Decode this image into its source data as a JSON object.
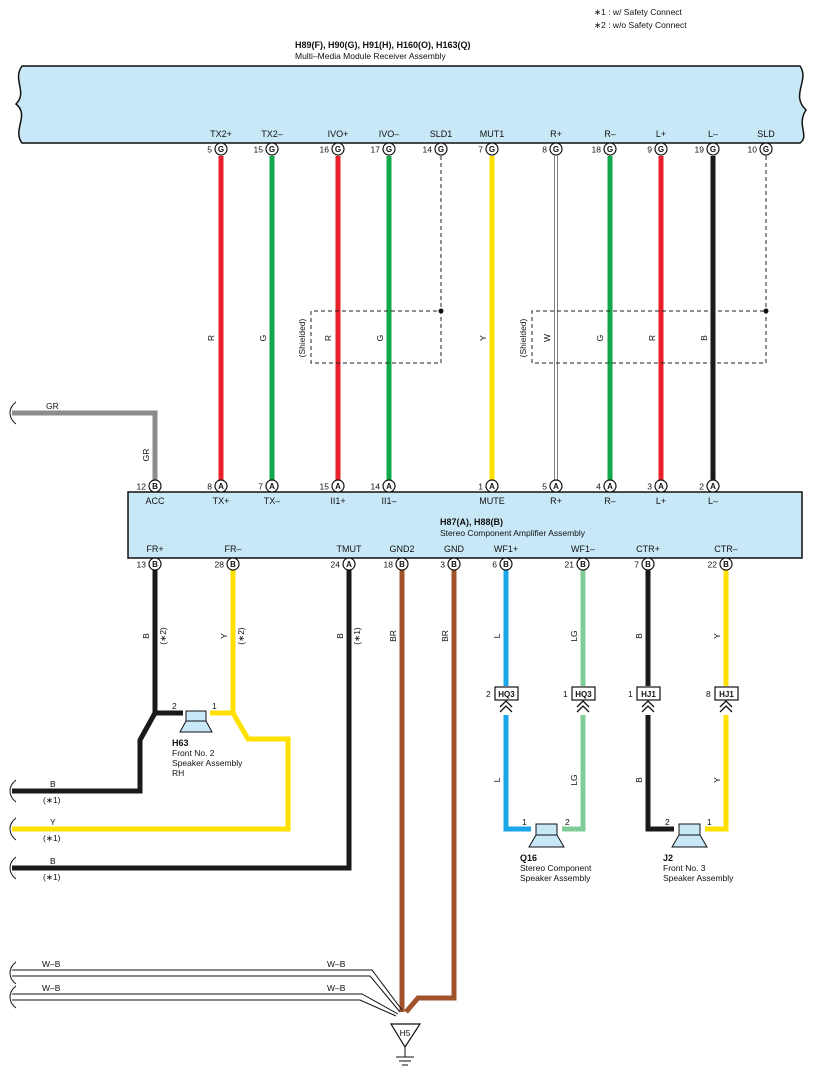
{
  "notes": [
    "∗1 : w/ Safety Connect",
    "∗2 : w/o Safety Connect"
  ],
  "receiver": {
    "id": "H89(F), H90(G), H91(H), H160(O), H163(Q)",
    "name": "Multi–Media Module Receiver Assembly",
    "pins": [
      {
        "label": "TX2+",
        "num": "5",
        "conn": "G"
      },
      {
        "label": "TX2–",
        "num": "15",
        "conn": "G"
      },
      {
        "label": "IVO+",
        "num": "16",
        "conn": "G"
      },
      {
        "label": "IVO–",
        "num": "17",
        "conn": "G"
      },
      {
        "label": "SLD1",
        "num": "14",
        "conn": "G"
      },
      {
        "label": "MUT1",
        "num": "7",
        "conn": "G"
      },
      {
        "label": "R+",
        "num": "8",
        "conn": "G"
      },
      {
        "label": "R–",
        "num": "18",
        "conn": "G"
      },
      {
        "label": "L+",
        "num": "9",
        "conn": "G"
      },
      {
        "label": "L–",
        "num": "19",
        "conn": "G"
      },
      {
        "label": "SLD",
        "num": "10",
        "conn": "G"
      }
    ]
  },
  "amplifier": {
    "id": "H87(A), H88(B)",
    "name": "Stereo Component Amplifier Assembly",
    "top_pins": [
      {
        "label": "ACC",
        "num": "12",
        "conn": "B"
      },
      {
        "label": "TX+",
        "num": "8",
        "conn": "A"
      },
      {
        "label": "TX–",
        "num": "7",
        "conn": "A"
      },
      {
        "label": "II1+",
        "num": "15",
        "conn": "A"
      },
      {
        "label": "II1–",
        "num": "14",
        "conn": "A"
      },
      {
        "label": "MUTE",
        "num": "1",
        "conn": "A"
      },
      {
        "label": "R+",
        "num": "5",
        "conn": "A"
      },
      {
        "label": "R–",
        "num": "4",
        "conn": "A"
      },
      {
        "label": "L+",
        "num": "3",
        "conn": "A"
      },
      {
        "label": "L–",
        "num": "2",
        "conn": "A"
      }
    ],
    "bottom_pins": [
      {
        "label": "FR+",
        "num": "13",
        "conn": "B"
      },
      {
        "label": "FR–",
        "num": "28",
        "conn": "B"
      },
      {
        "label": "TMUT",
        "num": "24",
        "conn": "A"
      },
      {
        "label": "GND2",
        "num": "18",
        "conn": "B"
      },
      {
        "label": "GND",
        "num": "3",
        "conn": "B"
      },
      {
        "label": "WF1+",
        "num": "6",
        "conn": "B"
      },
      {
        "label": "WF1–",
        "num": "21",
        "conn": "B"
      },
      {
        "label": "CTR+",
        "num": "7",
        "conn": "B"
      },
      {
        "label": "CTR–",
        "num": "22",
        "conn": "B"
      }
    ]
  },
  "wire_labels": {
    "tx_plus": "R",
    "tx_minus": "G",
    "shielded": "(Shielded)",
    "ivo_plus": "R",
    "ivo_minus": "G",
    "mute": "Y",
    "r_plus": "W",
    "r_minus": "G",
    "l_plus": "R",
    "l_minus": "B",
    "acc_h": "GR",
    "acc_v": "GR",
    "fr_plus": "B",
    "fr_minus": "Y",
    "tmut": "B",
    "gnd2": "BR",
    "gnd": "BR",
    "wf1_plus": "L",
    "wf1_minus": "LG",
    "ctr_plus": "B",
    "ctr_minus": "Y",
    "wf1_plus_low": "L",
    "wf1_minus_low": "LG",
    "ctr_plus_low": "B",
    "ctr_minus_low": "Y",
    "left_b1": "B",
    "left_y": "Y",
    "left_b2": "B",
    "wb1_left": "W–B",
    "wb1_right": "W–B",
    "wb2_left": "W–B",
    "wb2_right": "W–B"
  },
  "wire_notes": {
    "fr_plus": "(∗2)",
    "fr_minus": "(∗2)",
    "tmut": "(∗1)",
    "left_b1": "(∗1)",
    "left_y": "(∗1)",
    "left_b2": "(∗1)"
  },
  "connectors": [
    {
      "name": "HQ3",
      "pin": "2"
    },
    {
      "name": "HQ3",
      "pin": "1"
    },
    {
      "name": "HJ1",
      "pin": "1"
    },
    {
      "name": "HJ1",
      "pin": "8"
    }
  ],
  "speakers": [
    {
      "id": "H63",
      "line1": "Front No. 2",
      "line2": "Speaker Assembly",
      "line3": "RH",
      "pin_a": "2",
      "pin_b": "1"
    },
    {
      "id": "Q16",
      "line1": "Stereo Component",
      "line2": "Speaker Assembly",
      "pin_a": "1",
      "pin_b": "2"
    },
    {
      "id": "J2",
      "line1": "Front No. 3",
      "line2": "Speaker Assembly",
      "pin_a": "2",
      "pin_b": "1"
    }
  ],
  "ground": {
    "id": "H5"
  },
  "colors": {
    "module_fill": "#c8e8f8",
    "red": "#e8202a",
    "green": "#10a84a",
    "yellow": "#ffe000",
    "black": "#1a1a1a",
    "gray": "#8c8c8c",
    "brown": "#a0522d",
    "blue": "#1aa6e8",
    "light_green": "#80cc98"
  }
}
